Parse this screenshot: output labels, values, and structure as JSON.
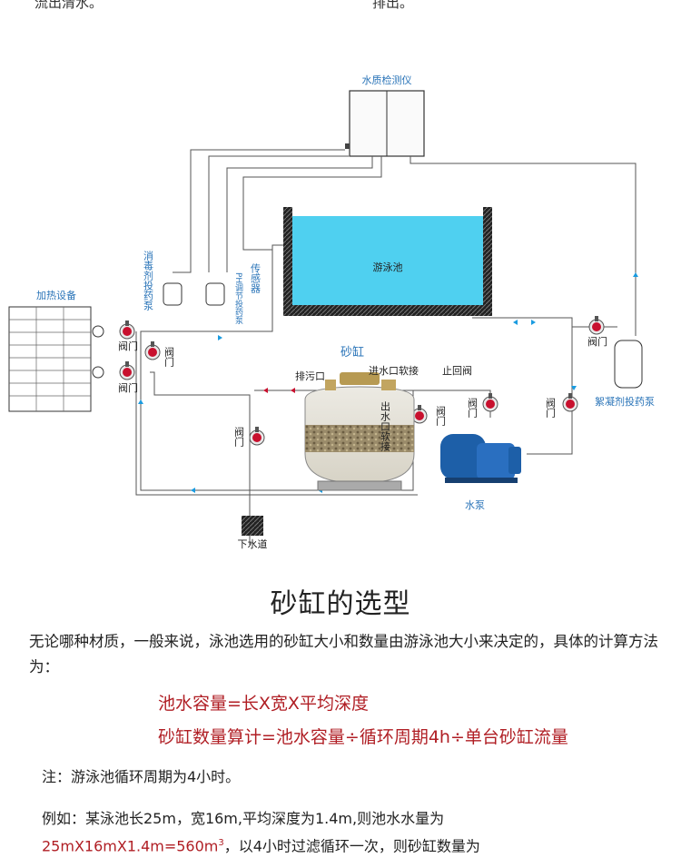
{
  "top_fragments": {
    "left": "流出清水。",
    "right": "排出。"
  },
  "diagram": {
    "water_quality_monitor": "水质检测仪",
    "pool": "游泳池",
    "heater": "加热设备",
    "disinfectant_pump": "消毒剂投药泵",
    "ph_pump": "PH调节投药泵",
    "sensor": "传感器",
    "sand_filter": "砂缸",
    "drain_port": "排污口",
    "inlet_hose": "进水口软接",
    "outlet_hose": "出水口软接",
    "check_valve": "止回阀",
    "valve": "阀门",
    "flocculant_pump": "絮凝剂投药泵",
    "water_pump": "水泵",
    "sewer": "下水道"
  },
  "section": {
    "title": "砂缸的选型",
    "intro": "无论哪种材质，一般来说，泳池选用的砂缸大小和数量由游泳池大小来决定的，具体的计算方法为：",
    "formula1": "池水容量=长X宽X平均深度",
    "formula2": "砂缸数量算计=池水容量÷循环周期4h÷单台砂缸流量",
    "note": "注：游泳池循环周期为4小时。",
    "example_line1": "例如：某泳池长25m，宽16m,平均深度为1.4m,则池水水量为",
    "example_red": "25mX16mX1.4m=560m",
    "example_sup": "3",
    "example_rest": "，以4小时过滤循环一次，则砂缸数量为"
  },
  "colors": {
    "pool_water": "#4fd0f0",
    "pipe_flow": "#1a9be0",
    "valve_red": "#c8102e",
    "formula_red": "#b01e24",
    "pump_blue": "#1d5fa8"
  }
}
